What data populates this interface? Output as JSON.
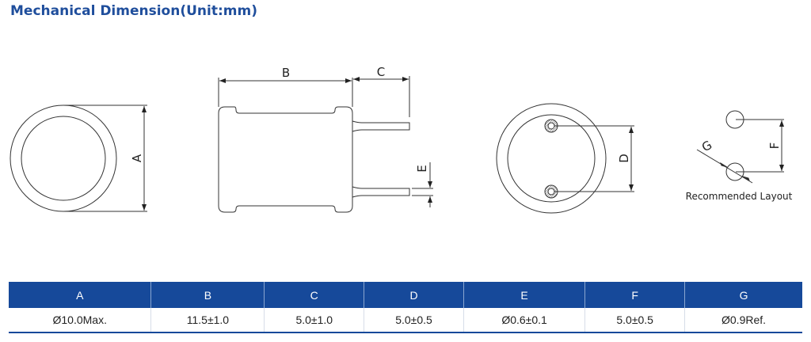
{
  "title": "Mechanical Dimension(Unit:mm)",
  "drawing": {
    "labels": {
      "A": "A",
      "B": "B",
      "C": "C",
      "D": "D",
      "E": "E",
      "F": "F",
      "G": "G"
    },
    "layout_caption": "Recommended Layout"
  },
  "table": {
    "headers": [
      "A",
      "B",
      "C",
      "D",
      "E",
      "F",
      "G"
    ],
    "values": [
      "Ø10.0Max.",
      "11.5±1.0",
      "5.0±1.0",
      "5.0±0.5",
      "Ø0.6±0.1",
      "5.0±0.5",
      "Ø0.9Ref."
    ]
  },
  "colors": {
    "accent": "#16499a",
    "title": "#1f4e9c"
  }
}
